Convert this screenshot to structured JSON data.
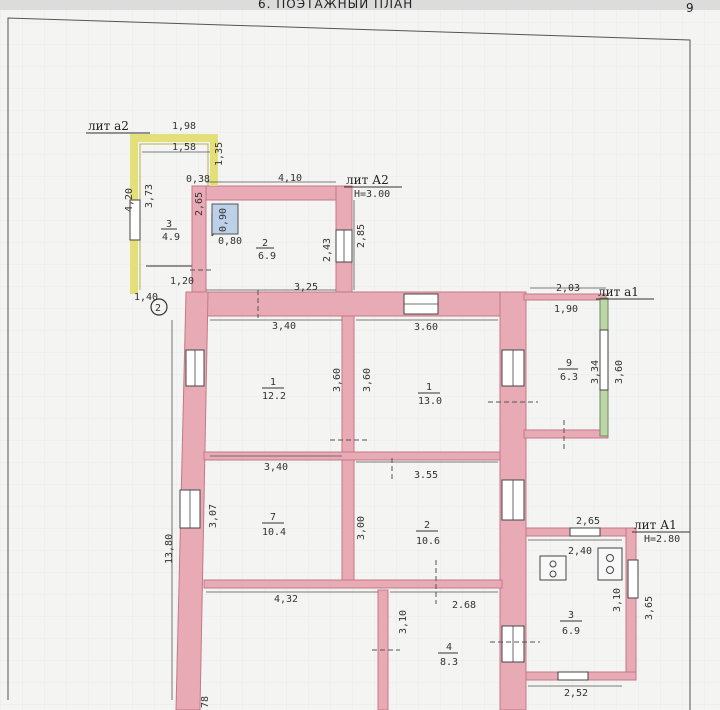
{
  "header": {
    "title": "6. ПОЭТАЖНЫЙ ПЛАН",
    "page_number": "9"
  },
  "blocks": [
    {
      "name": "лит а2"
    },
    {
      "name": "лит А2",
      "height": "H=3.00"
    },
    {
      "name": "лит а1"
    },
    {
      "name": "лит А1",
      "height": "H=2.80"
    }
  ],
  "rooms": [
    {
      "num": "3",
      "area": "4.9"
    },
    {
      "num": "2",
      "area": "6.9"
    },
    {
      "num": "1",
      "area": "12.2"
    },
    {
      "num": "1",
      "area": "13.0"
    },
    {
      "num": "9",
      "area": "6.3"
    },
    {
      "num": "7",
      "area": "10.4"
    },
    {
      "num": "2",
      "area": "10.6"
    },
    {
      "num": "4",
      "area": "8.3"
    },
    {
      "num": "3",
      "area": "6.9"
    }
  ],
  "marker": "2",
  "dims": [
    "1,98",
    "1,58",
    "1,35",
    "4,20",
    "3,73",
    "2,65",
    "0,38",
    "4,10",
    "0,90",
    "0,80",
    "2,43",
    "2,85",
    "1,20",
    "1,40",
    "3,25",
    "3,40",
    "3.60",
    "2,03",
    "1,90",
    "3,34",
    "3,60",
    "3,60",
    "3,60",
    "3,40",
    "3.55",
    "3,07",
    "13,80",
    "3,00",
    "2,65",
    "2,40",
    "4,32",
    "2.68",
    "3,10",
    "3,10",
    "3,65",
    "2,52",
    "78"
  ]
}
